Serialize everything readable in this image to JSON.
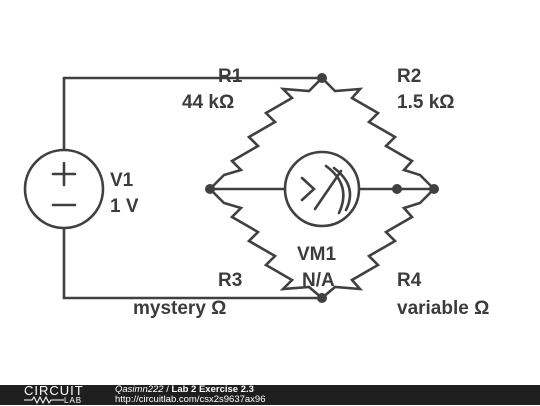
{
  "components": {
    "v1": {
      "name": "V1",
      "value": "1 V"
    },
    "r1": {
      "name": "R1",
      "value": "44 kΩ"
    },
    "r2": {
      "name": "R2",
      "value": "1.5 kΩ"
    },
    "r3": {
      "name": "R3",
      "value": "mystery Ω"
    },
    "r4": {
      "name": "R4",
      "value": "variable Ω"
    },
    "vm1": {
      "name": "VM1",
      "value": "N/A"
    }
  },
  "footer": {
    "logo_top": "CIRCUIT",
    "logo_bottom": "LAB",
    "author": "Qasimn222",
    "separator": " / ",
    "title": "Lab 2 Exercise 2.3",
    "url": "http://circuitlab.com/csx2s9637ax96"
  }
}
